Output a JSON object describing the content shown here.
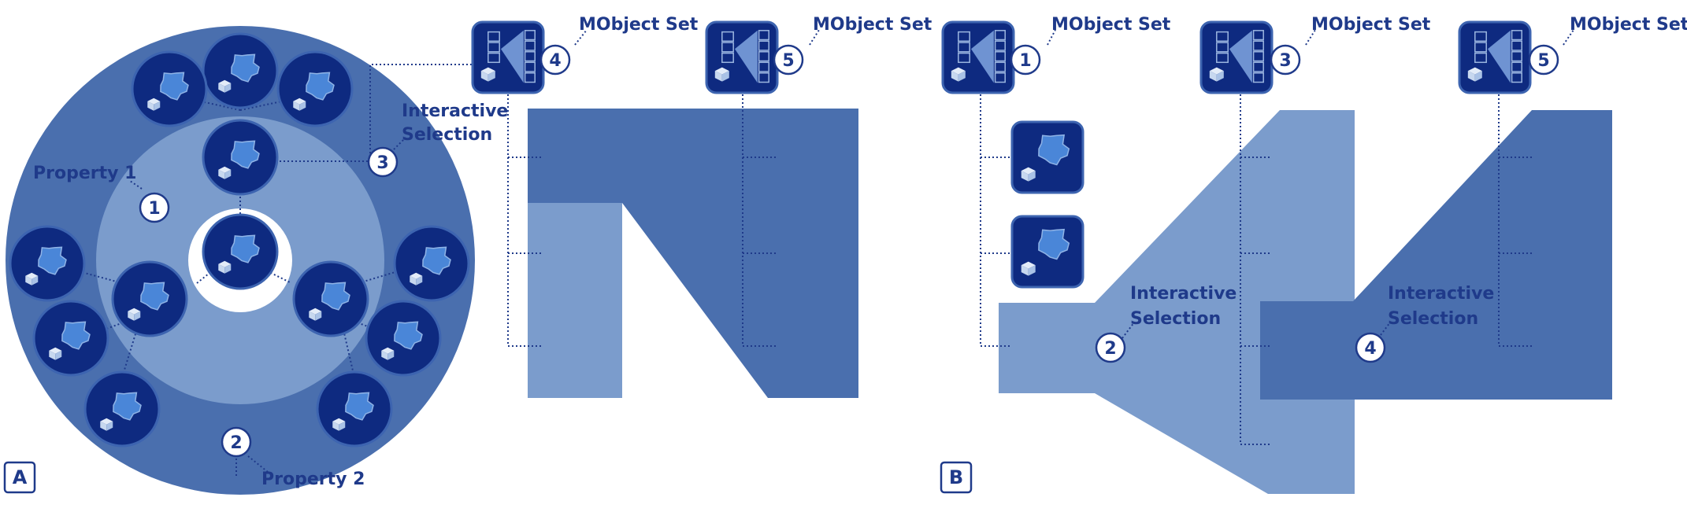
{
  "panel_a": {
    "letter": "A",
    "property1": "Property 1",
    "property2": "Property 2",
    "interactive_selection": [
      "Interactive",
      "Selection"
    ],
    "callouts": [
      "1",
      "2",
      "3",
      "4",
      "5"
    ],
    "mobject_set_1": "MObject Set",
    "mobject_set_2": "MObject Set"
  },
  "panel_b": {
    "letter": "B",
    "mobject_set_1": "MObject Set",
    "mobject_set_2": "MObject Set",
    "mobject_set_3": "MObject Set",
    "interactive_selection_1": [
      "Interactive",
      "Selection"
    ],
    "interactive_selection_2": [
      "Interactive",
      "Selection"
    ],
    "callouts": [
      "1",
      "2",
      "3",
      "4",
      "5"
    ]
  },
  "colors": {
    "outer_disc": "#4a6fae",
    "mid_disc": "#7b9ccc",
    "node": "#0e2a80",
    "blob": "#4a86d8",
    "cube": "#c7d8ef",
    "label": "#1f3a8a",
    "light_region": "#7b9ccc",
    "dark_region": "#4a6fae"
  },
  "icons": [
    "object-node-icon",
    "mobject-set-icon",
    "cube-icon",
    "blob-icon"
  ]
}
